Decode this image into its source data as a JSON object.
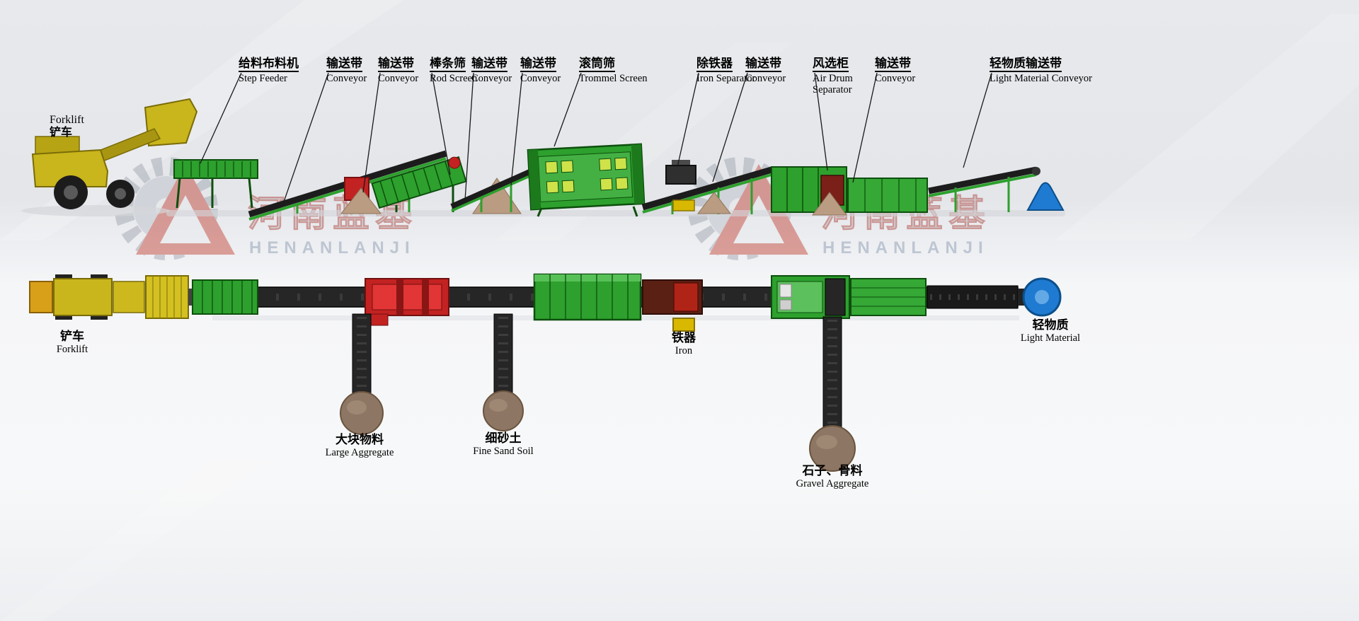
{
  "watermark": {
    "zh": "河南蓝基",
    "en": "HENANLANJI"
  },
  "colors": {
    "machine_green": "#2da02d",
    "alert_red": "#c32222",
    "forklift_yellow": "#c9b51c",
    "iron_yellow": "#d8b800",
    "light_material_blue": "#1f7ad1",
    "pile_brown": "#8d7663",
    "watermark_red": "#c0392b"
  },
  "side_view": {
    "forklift": {
      "en": "Forklift",
      "zh": "铲车"
    },
    "labels": [
      {
        "zh": "给料布料机",
        "en": "Step Feeder"
      },
      {
        "zh": "输送带",
        "en": "Conveyor"
      },
      {
        "zh": "输送带",
        "en": "Conveyor"
      },
      {
        "zh": "棒条筛",
        "en": "Rod Screen"
      },
      {
        "zh": "输送带",
        "en": "Conveyor"
      },
      {
        "zh": "输送带",
        "en": "Conveyor"
      },
      {
        "zh": "滚筒筛",
        "en": "Trommel Screen"
      },
      {
        "zh": "除铁器",
        "en": "Iron Separator"
      },
      {
        "zh": "输送带",
        "en": "Conveyor"
      },
      {
        "zh": "风选柜",
        "en": "Air Drum Separator"
      },
      {
        "zh": "输送带",
        "en": "Conveyor"
      },
      {
        "zh": "轻物质输送带",
        "en": "Light Material Conveyor"
      }
    ]
  },
  "top_view": {
    "labels": [
      {
        "zh": "铲车",
        "en": "Forklift"
      },
      {
        "zh": "大块物料",
        "en": "Large Aggregate"
      },
      {
        "zh": "细砂土",
        "en": "Fine Sand Soil"
      },
      {
        "zh": "铁器",
        "en": "Iron"
      },
      {
        "zh": "石子、骨料",
        "en": "Gravel Aggregate"
      },
      {
        "zh": "轻物质",
        "en": "Light Material"
      }
    ]
  }
}
